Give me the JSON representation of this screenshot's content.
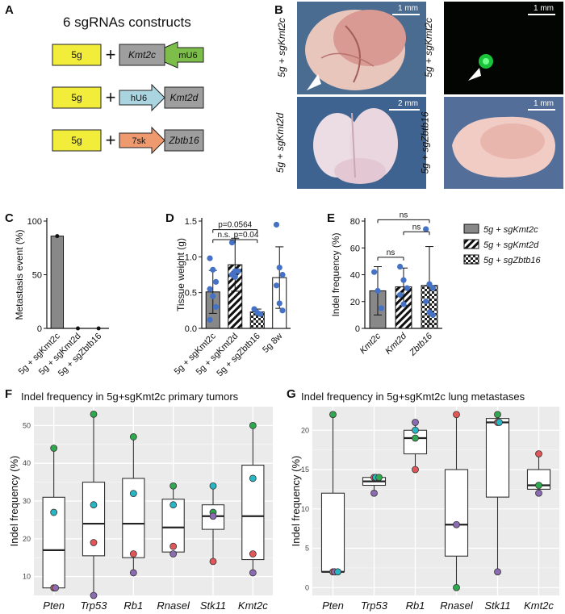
{
  "panel_labels": [
    "A",
    "B",
    "C",
    "D",
    "E",
    "F",
    "G"
  ],
  "panelA": {
    "title": "6 sgRNAs constructs",
    "rows": [
      {
        "base": "5g",
        "promoter": "mU6",
        "gene": "Kmt2c",
        "promoter_color": "#7dbe4a",
        "order": "gene-promoter"
      },
      {
        "base": "5g",
        "promoter": "hU6",
        "gene": "Kmt2d",
        "promoter_color": "#a9d4e0",
        "order": "promoter-gene"
      },
      {
        "base": "5g",
        "promoter": "7sk",
        "gene": "Zbtb16",
        "promoter_color": "#ef9a6e",
        "order": "promoter-gene"
      }
    ],
    "plus": "+",
    "colors": {
      "base": "#f2ed3b",
      "gene": "#9e9e9e"
    }
  },
  "panelB": {
    "images": [
      {
        "label": "5g + sgKmt2c",
        "scale": "1 mm",
        "type": "tissue-lobe"
      },
      {
        "label": "5g + sgKmt2c",
        "scale": "1 mm",
        "type": "fluorescence"
      },
      {
        "label": "5g + sgKmt2d",
        "scale": "2 mm",
        "type": "lung"
      },
      {
        "label": "5g + sgZbtb16",
        "scale": "1 mm",
        "type": "tissue"
      }
    ]
  },
  "chart_data": [
    {
      "id": "C",
      "type": "bar",
      "ylabel": "Metastasis event (%)",
      "categories": [
        "5g + sgKmt2c",
        "5g + sgKmt2d",
        "5g + sgZbtb16"
      ],
      "values": [
        86,
        0,
        0
      ],
      "ylim": [
        0,
        100
      ],
      "yticks": [
        0,
        50,
        100
      ],
      "bar_color": "#888888"
    },
    {
      "id": "D",
      "type": "bar",
      "ylabel": "Tissue weight (g)",
      "categories": [
        "5g + sgKmt2c",
        "5g + sgKmt2d",
        "5g + sgZbtb16",
        "5g 8w"
      ],
      "values": [
        0.51,
        0.89,
        0.23,
        0.71
      ],
      "errors": [
        0.3,
        0.37,
        0.04,
        0.43
      ],
      "patterns": [
        "gray",
        "diag",
        "check",
        "white"
      ],
      "points": [
        [
          0.98,
          0.82,
          0.65,
          0.55,
          0.45,
          0.3,
          0.12
        ],
        [
          1.2,
          0.8,
          0.8,
          0.75,
          0.72
        ],
        [
          0.27,
          0.22,
          0.2
        ],
        [
          1.45,
          0.85,
          0.75,
          0.6,
          0.35,
          0.25
        ]
      ],
      "ylim": [
        0,
        1.5
      ],
      "yticks": [
        0.0,
        0.5,
        1.0,
        1.5
      ],
      "annotations": [
        {
          "text": "p=0.0564",
          "from": 0,
          "to": 2,
          "y": 1.38
        },
        {
          "text": "n.s.",
          "from": 0,
          "to": 1,
          "y": 1.24
        },
        {
          "text": "p=0.04",
          "from": 1,
          "to": 2,
          "y": 1.24
        }
      ]
    },
    {
      "id": "E",
      "type": "bar",
      "ylabel": "Indel frequency (%)",
      "categories": [
        "Kmt2c",
        "Kmt2d",
        "Zbtb16"
      ],
      "values": [
        28,
        31,
        32
      ],
      "errors": [
        18,
        14,
        29
      ],
      "patterns": [
        "gray",
        "diag",
        "check"
      ],
      "points": [
        [
          42,
          28,
          15
        ],
        [
          46,
          36,
          30,
          25,
          18
        ],
        [
          74,
          33,
          30,
          20,
          12,
          10
        ]
      ],
      "ylim": [
        0,
        80
      ],
      "yticks": [
        0,
        20,
        40,
        60,
        80
      ],
      "annotations": [
        {
          "text": "ns",
          "from": 0,
          "to": 2,
          "y": 81
        },
        {
          "text": "ns",
          "from": 1,
          "to": 2,
          "y": 72
        },
        {
          "text": "ns",
          "from": 0,
          "to": 1,
          "y": 53
        }
      ],
      "legend": [
        {
          "label": "5g + sgKmt2c",
          "pattern": "gray"
        },
        {
          "label": "5g + sgKmt2d",
          "pattern": "diag"
        },
        {
          "label": "5g + sgZbtb16",
          "pattern": "check"
        }
      ]
    },
    {
      "id": "F",
      "type": "box",
      "title": "Indel frequency in 5g+sgKmt2c primary tumors",
      "ylabel": "Indel frequency (%)",
      "categories": [
        "Pten",
        "Trp53",
        "Rb1",
        "Rnasel",
        "Stk11",
        "Kmt2c"
      ],
      "boxes": [
        {
          "q1": 7,
          "median": 17,
          "q3": 31,
          "lo": 7,
          "hi": 44
        },
        {
          "q1": 15.5,
          "median": 24,
          "q3": 35,
          "lo": 5,
          "hi": 53
        },
        {
          "q1": 15,
          "median": 24,
          "q3": 36,
          "lo": 11,
          "hi": 47
        },
        {
          "q1": 16.5,
          "median": 23,
          "q3": 30.5,
          "lo": 16,
          "hi": 34
        },
        {
          "q1": 22.5,
          "median": 26,
          "q3": 29,
          "lo": 14,
          "hi": 34
        },
        {
          "q1": 14.5,
          "median": 26,
          "q3": 39.5,
          "lo": 11,
          "hi": 50
        }
      ],
      "points": [
        [
          {
            "v": 44,
            "c": "green"
          },
          {
            "v": 27,
            "c": "cyan"
          },
          {
            "v": 7,
            "c": "red"
          },
          {
            "v": 7,
            "c": "purple"
          }
        ],
        [
          {
            "v": 53,
            "c": "green"
          },
          {
            "v": 29,
            "c": "cyan"
          },
          {
            "v": 19,
            "c": "red"
          },
          {
            "v": 5,
            "c": "purple"
          }
        ],
        [
          {
            "v": 47,
            "c": "green"
          },
          {
            "v": 32,
            "c": "cyan"
          },
          {
            "v": 16,
            "c": "red"
          },
          {
            "v": 11,
            "c": "purple"
          }
        ],
        [
          {
            "v": 34,
            "c": "green"
          },
          {
            "v": 29,
            "c": "cyan"
          },
          {
            "v": 18,
            "c": "red"
          },
          {
            "v": 16,
            "c": "purple"
          }
        ],
        [
          {
            "v": 34,
            "c": "cyan"
          },
          {
            "v": 27,
            "c": "green"
          },
          {
            "v": 26,
            "c": "purple"
          },
          {
            "v": 14,
            "c": "red"
          }
        ],
        [
          {
            "v": 50,
            "c": "green"
          },
          {
            "v": 36,
            "c": "cyan"
          },
          {
            "v": 16,
            "c": "red"
          },
          {
            "v": 11,
            "c": "purple"
          }
        ]
      ],
      "ylim": [
        5,
        55
      ],
      "yticks": [
        10,
        20,
        30,
        40,
        50
      ]
    },
    {
      "id": "G",
      "type": "box",
      "title": "Indel frequency in 5g+sgKmt2c lung metastases",
      "ylabel": "Indel frequency (%)",
      "categories": [
        "Pten",
        "Trp53",
        "Rb1",
        "Rnasel",
        "Stk11",
        "Kmt2c"
      ],
      "boxes": [
        {
          "q1": 2,
          "median": 2,
          "q3": 12,
          "lo": 2,
          "hi": 22
        },
        {
          "q1": 13,
          "median": 13.5,
          "q3": 14,
          "lo": 12,
          "hi": 14
        },
        {
          "q1": 17,
          "median": 19,
          "q3": 20,
          "lo": 15,
          "hi": 21
        },
        {
          "q1": 4,
          "median": 8,
          "q3": 15,
          "lo": 0,
          "hi": 22
        },
        {
          "q1": 11.5,
          "median": 21,
          "q3": 21.5,
          "lo": 2,
          "hi": 22
        },
        {
          "q1": 12.5,
          "median": 13,
          "q3": 15,
          "lo": 12,
          "hi": 17
        }
      ],
      "points": [
        [
          {
            "v": 22,
            "c": "green"
          },
          {
            "v": 2,
            "c": "red"
          },
          {
            "v": 2,
            "c": "purple"
          },
          {
            "v": 2,
            "c": "cyan"
          }
        ],
        [
          {
            "v": 14,
            "c": "red"
          },
          {
            "v": 14,
            "c": "cyan"
          },
          {
            "v": 14,
            "c": "green"
          },
          {
            "v": 12,
            "c": "purple"
          }
        ],
        [
          {
            "v": 21,
            "c": "purple"
          },
          {
            "v": 20,
            "c": "cyan"
          },
          {
            "v": 19,
            "c": "green"
          },
          {
            "v": 15,
            "c": "red"
          }
        ],
        [
          {
            "v": 22,
            "c": "red"
          },
          {
            "v": 8,
            "c": "purple"
          },
          {
            "v": 0,
            "c": "green"
          }
        ],
        [
          {
            "v": 22,
            "c": "green"
          },
          {
            "v": 21,
            "c": "red"
          },
          {
            "v": 21,
            "c": "cyan"
          },
          {
            "v": 2,
            "c": "purple"
          }
        ],
        [
          {
            "v": 17,
            "c": "red"
          },
          {
            "v": 13,
            "c": "green"
          },
          {
            "v": 12,
            "c": "purple"
          }
        ]
      ],
      "ylim": [
        -1,
        23
      ],
      "yticks": [
        0,
        5,
        10,
        15,
        20
      ]
    }
  ],
  "palette": {
    "green": "#2fa84f",
    "cyan": "#27b7c4",
    "red": "#e15759",
    "purple": "#8b6bb1",
    "blue": "#4572c4"
  }
}
